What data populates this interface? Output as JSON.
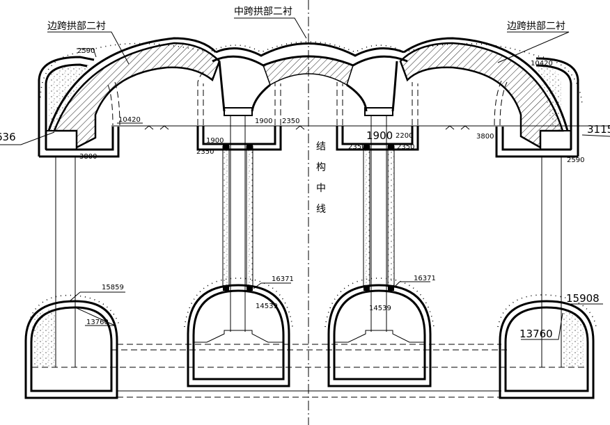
{
  "labels": {
    "side_arch_left": "边跨拱部二衬",
    "mid_arch": "中跨拱部二衬",
    "side_arch_right": "边跨拱部二衬",
    "centerline": [
      "结",
      "构",
      "中",
      "线"
    ]
  },
  "dimensions": {
    "left_2590": "2590",
    "left_10420": "10420",
    "left_636": "636",
    "left_3800": "3800",
    "mid_1900_top": "1900",
    "mid_2350_top": "2350",
    "mid_1900_inner": "1900",
    "mid_2350_inner": "2350",
    "right_1900": "1900",
    "right_2200": "2200",
    "right_2350_a": "2350",
    "right_2350_b": "2350",
    "right_3800": "3800",
    "right_10420": "10420",
    "right_3115": "3115",
    "right_2590": "2590",
    "bl_15859": "15859",
    "bl_13760": "13760",
    "bm_16371_a": "16371",
    "bm_14539_a": "14539",
    "bm_16371_b": "16371",
    "bm_14539_b": "14539",
    "br_15908": "15908",
    "br_13760": "13760"
  }
}
